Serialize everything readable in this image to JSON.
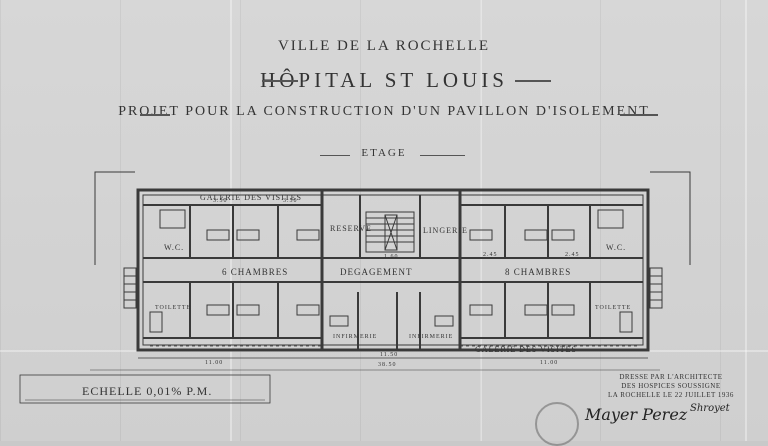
{
  "header": {
    "city": "VILLE DE LA ROCHELLE",
    "hospital": "HÔPITAL ST LOUIS",
    "project": "PROJET POUR LA CONSTRUCTION D'UN PAVILLON D'ISOLEMENT",
    "floor": "ETAGE"
  },
  "rooms": {
    "galerie_top": "GALERIE DES VISITES",
    "reserve": "RESERVE",
    "lingerie": "LINGERIE",
    "wc_left": "W.C.",
    "wc_right": "W.C.",
    "chambres_left": "6 CHAMBRES",
    "degagement": "DEGAGEMENT",
    "chambres_right": "8 CHAMBRES",
    "toilette_left": "TOILETTE",
    "toilette_right": "TOILETTE",
    "infirmerie_1": "INFIRMERIE",
    "infirmerie_2": "INFIRMERIE",
    "galerie_bottom": "GALERIE DES VISITES"
  },
  "dimensions": {
    "d1": "3.50",
    "d2": "3.50",
    "d3": "2.45",
    "d4": "2.45",
    "d5": "11.00",
    "d6": "11.50",
    "d7": "38.50",
    "d8": "11.00",
    "d9": "1.60"
  },
  "footer": {
    "scale": "ECHELLE 0,01% P.M.",
    "credit_line1": "DRESSE PAR L'ARCHITECTE",
    "credit_line2": "DES HOSPICES SOUSSIGNE",
    "credit_line3": "LA ROCHELLE LE 22 JUILLET 1936",
    "signature_left": "Mayer Perez",
    "signature_right": "Shroyet"
  }
}
